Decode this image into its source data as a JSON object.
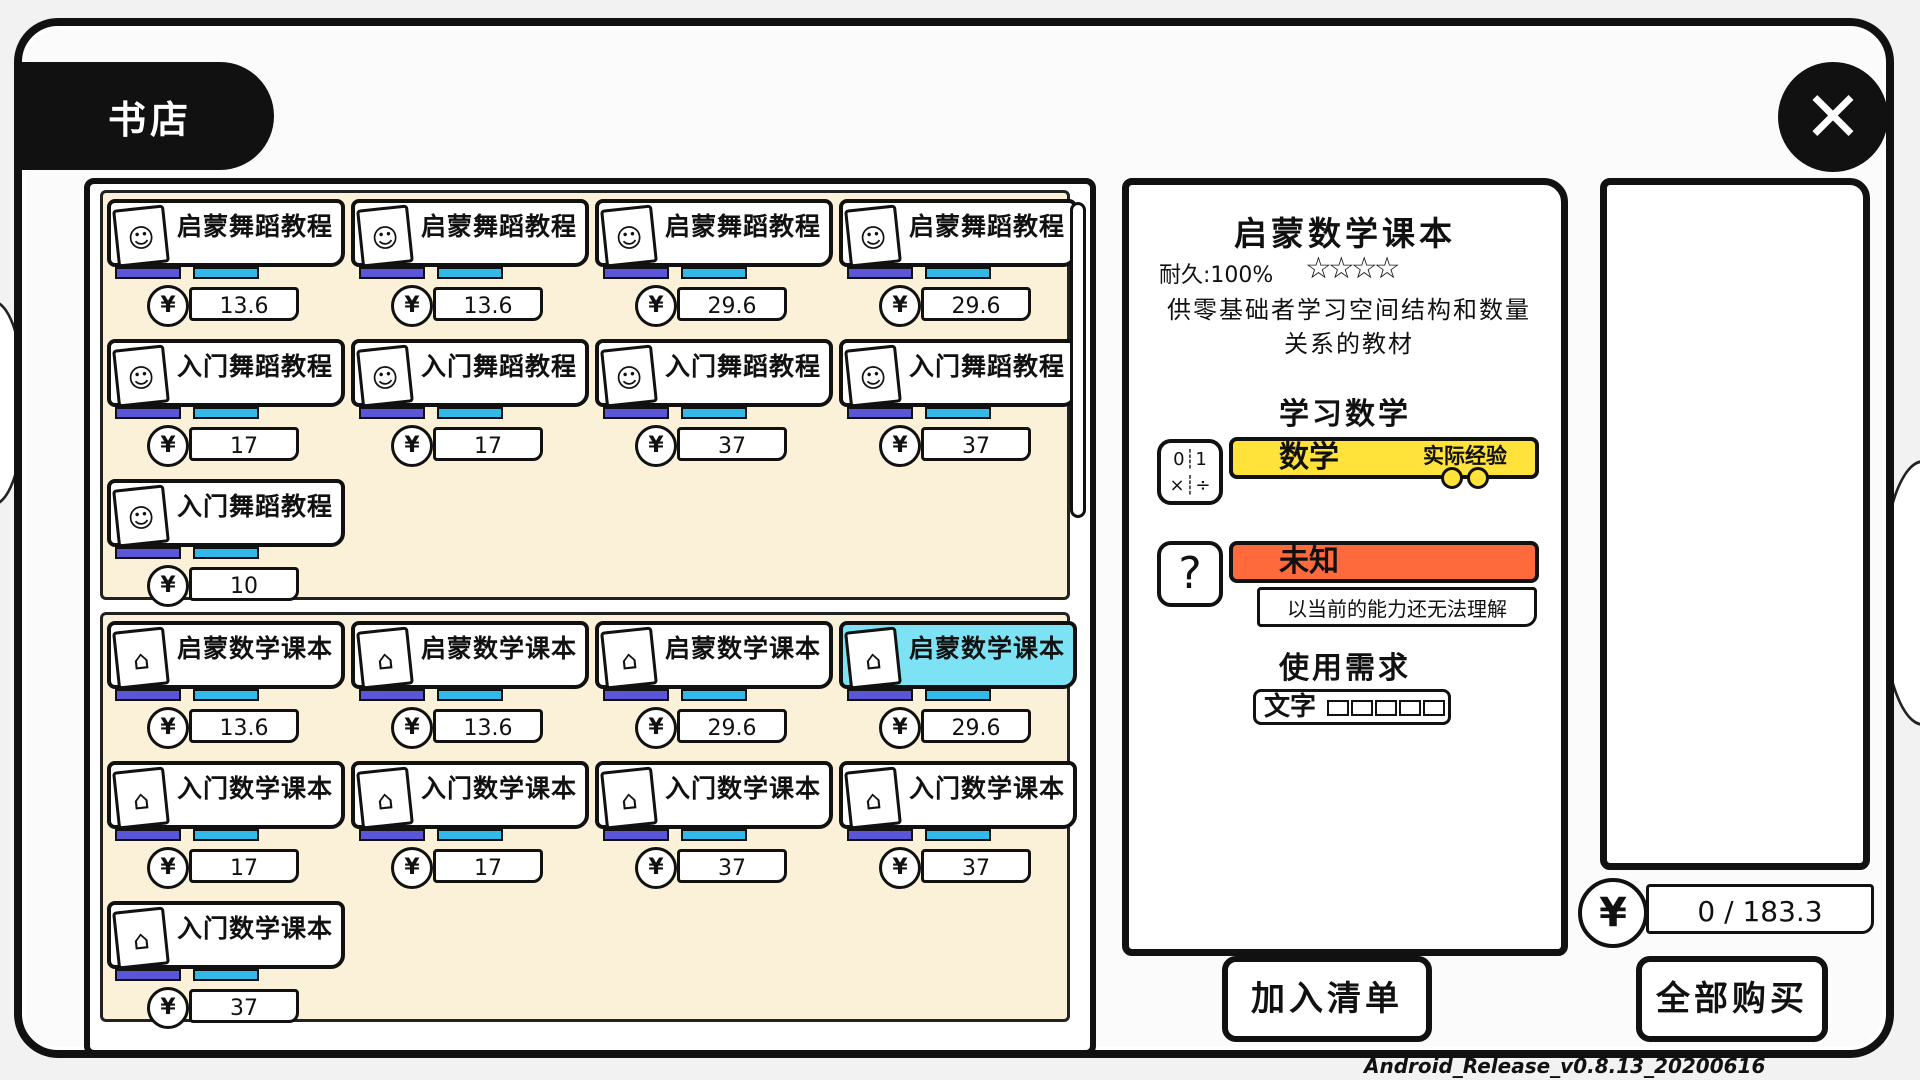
{
  "window": {
    "title": "书店",
    "close_icon": "close-icon"
  },
  "list": {
    "groups": [
      {
        "items": [
          {
            "name": "启蒙舞蹈教程",
            "price": "13.6",
            "icon": "dance-book-icon"
          },
          {
            "name": "启蒙舞蹈教程",
            "price": "13.6",
            "icon": "dance-book-icon"
          },
          {
            "name": "启蒙舞蹈教程",
            "price": "29.6",
            "icon": "dance-book-icon"
          },
          {
            "name": "启蒙舞蹈教程",
            "price": "29.6",
            "icon": "dance-book-icon"
          },
          {
            "name": "入门舞蹈教程",
            "price": "17",
            "icon": "dance-book-icon"
          },
          {
            "name": "入门舞蹈教程",
            "price": "17",
            "icon": "dance-book-icon"
          },
          {
            "name": "入门舞蹈教程",
            "price": "37",
            "icon": "dance-book-icon"
          },
          {
            "name": "入门舞蹈教程",
            "price": "37",
            "icon": "dance-book-icon"
          },
          {
            "name": "入门舞蹈教程",
            "price": "10",
            "icon": "dance-book-icon"
          }
        ]
      },
      {
        "items": [
          {
            "name": "启蒙数学课本",
            "price": "13.6",
            "icon": "math-book-icon"
          },
          {
            "name": "启蒙数学课本",
            "price": "13.6",
            "icon": "math-book-icon"
          },
          {
            "name": "启蒙数学课本",
            "price": "29.6",
            "icon": "math-book-icon"
          },
          {
            "name": "启蒙数学课本",
            "price": "29.6",
            "icon": "math-book-icon",
            "selected": true
          },
          {
            "name": "入门数学课本",
            "price": "17",
            "icon": "math-book-icon"
          },
          {
            "name": "入门数学课本",
            "price": "17",
            "icon": "math-book-icon"
          },
          {
            "name": "入门数学课本",
            "price": "37",
            "icon": "math-book-icon"
          },
          {
            "name": "入门数学课本",
            "price": "37",
            "icon": "math-book-icon"
          },
          {
            "name": "入门数学课本",
            "price": "37",
            "icon": "math-book-icon"
          }
        ]
      }
    ],
    "currency_symbol": "¥"
  },
  "detail": {
    "title": "启蒙数学课本",
    "durability": "耐久:100%",
    "stars": "☆☆☆☆",
    "description": "供零基础者学习空间结构和数量关系的教材",
    "learn_heading": "学习数学",
    "skill_name": "数学",
    "skill_tag": "实际经验",
    "unknown_label": "未知",
    "unknown_note": "以当前的能力还无法理解",
    "req_heading": "使用需求",
    "req_name": "文字",
    "skill_colors": {
      "math": "#ffe23a",
      "unknown": "#ff6a3d"
    }
  },
  "cart": {
    "money": "0 / 183.3",
    "add_button": "加入清单",
    "buy_all_button": "全部购买"
  },
  "version": "Android_Release_v0.8.13_20200616"
}
